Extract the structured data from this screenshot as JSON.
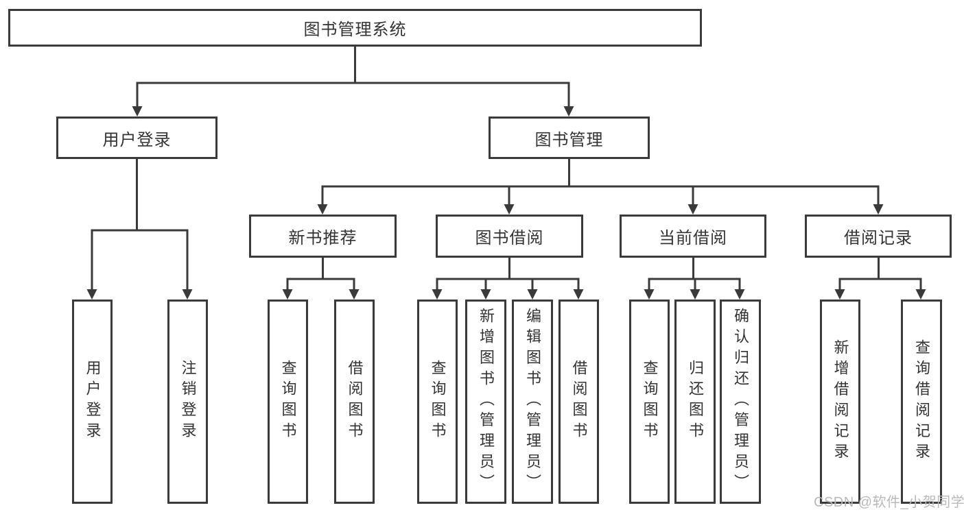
{
  "diagram": {
    "type": "hierarchy-tree",
    "root": "图书管理系统",
    "level1": [
      "用户登录",
      "图书管理"
    ],
    "level2": [
      "新书推荐",
      "图书借阅",
      "当前借阅",
      "借阅记录"
    ],
    "leaves_user_login": [
      "用户登录",
      "注销登录"
    ],
    "leaves_new_book": [
      "查询图书",
      "借阅图书"
    ],
    "leaves_book_borrow": [
      "查询图书",
      "新增图书（管理员）",
      "编辑图书（管理员）",
      "借阅图书"
    ],
    "leaves_current_borrow": [
      "查询图书",
      "归还图书",
      "确认归还（管理员）"
    ],
    "leaves_records": [
      "新增借阅记录",
      "查询借阅记录"
    ]
  },
  "watermark": "CSDN @软件_小贺同学",
  "colors": {
    "line": "#3a3a3a",
    "text": "#333333",
    "background": "#ffffff",
    "watermark": "#b9b9b9"
  }
}
